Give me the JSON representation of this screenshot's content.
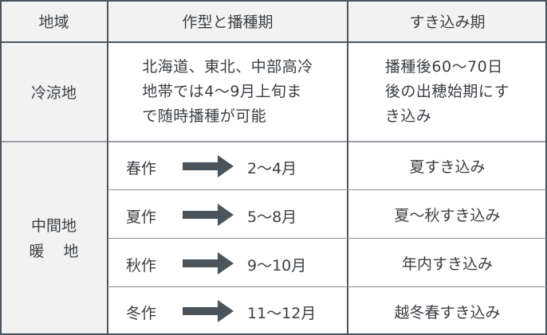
{
  "headers": {
    "region": "地域",
    "crop_type": "作型と播種期",
    "plow_in": "すき込み期"
  },
  "cold": {
    "region": "冷涼地",
    "sowing": [
      "北海道、東北、中部高冷",
      "地帯では4〜9月上旬ま",
      "で随時播種が可能"
    ],
    "plow_in": [
      "播種後60〜70日",
      "後の出穂始期にす",
      "き込み"
    ]
  },
  "warm": {
    "region_line1": "中間地",
    "region_line2a": "暖",
    "region_line2b": "地",
    "rows": [
      {
        "crop": "春作",
        "months": "2〜4月",
        "plow_in": "夏すき込み"
      },
      {
        "crop": "夏作",
        "months": "5〜8月",
        "plow_in": "夏〜秋すき込み"
      },
      {
        "crop": "秋作",
        "months": "9〜10月",
        "plow_in": "年内すき込み"
      },
      {
        "crop": "冬作",
        "months": "11〜12月",
        "plow_in": "越冬春すき込み"
      }
    ]
  },
  "colors": {
    "border": "#4a545c",
    "header_bg": "#f2f2f2",
    "arrow": "#4a545c"
  }
}
